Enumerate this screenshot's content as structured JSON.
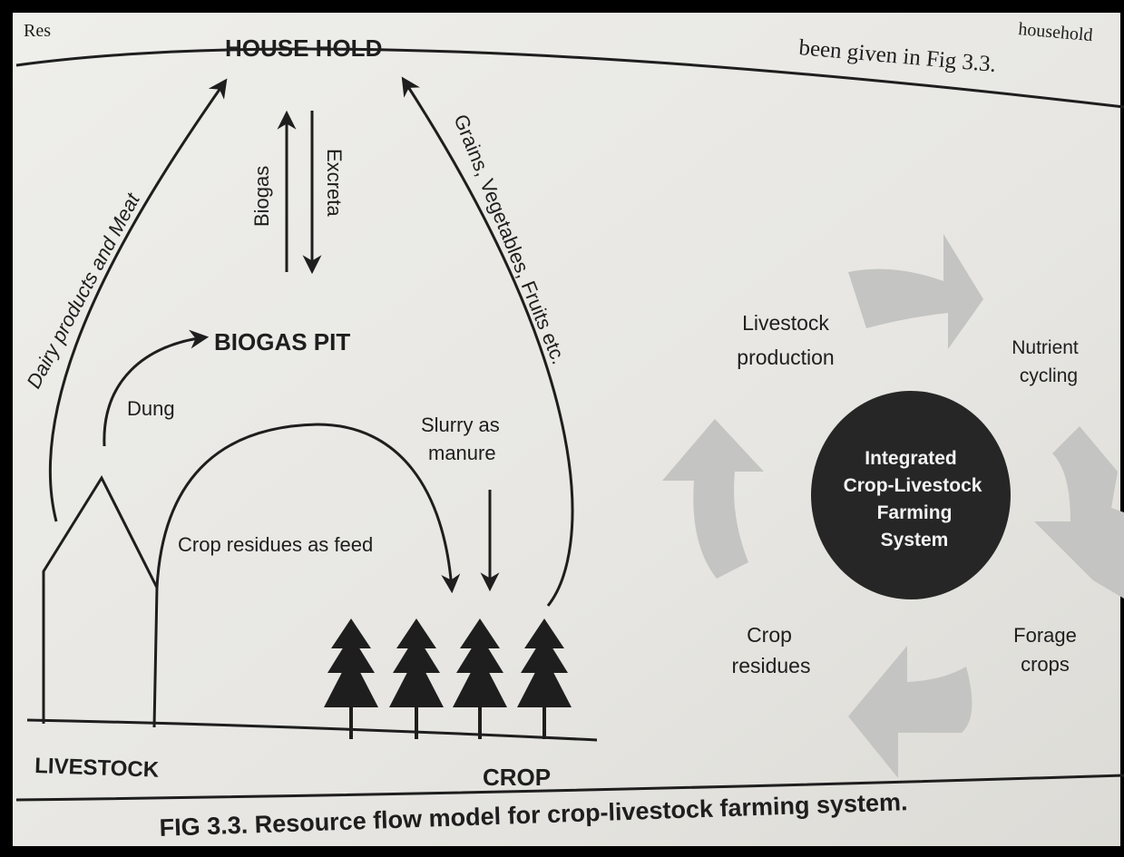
{
  "header_fragment": {
    "top_left": "Res",
    "top_right_line1": "been given in Fig 3.3.",
    "top_right_partial": "household"
  },
  "left_diagram": {
    "household": "HOUSE HOLD",
    "biogas_pit": "BIOGAS PIT",
    "livestock": "LIVESTOCK",
    "crop": "CROP",
    "dairy": "Dairy products and Meat",
    "biogas": "Biogas",
    "excreta": "Excreta",
    "grains": "Grains, Vegetables, Fruits etc.",
    "dung": "Dung",
    "slurry_line1": "Slurry as",
    "slurry_line2": "manure",
    "crop_residues_feed": "Crop residues as feed"
  },
  "right_cycle": {
    "center_line1": "Integrated",
    "center_line2": "Crop-Livestock",
    "center_line3": "Farming",
    "center_line4": "System",
    "livestock_line1": "Livestock",
    "livestock_line2": "production",
    "nutrient_line1": "Nutrient",
    "nutrient_line2": "cycling",
    "forage_line1": "Forage",
    "forage_line2": "crops",
    "residues_line1": "Crop",
    "residues_line2": "residues"
  },
  "caption": "FIG 3.3. Resource flow model for crop-livestock farming system.",
  "colors": {
    "paper": "#e9e8e4",
    "ink": "#1e1e1e",
    "cycle_arrow": "#c4c4c2",
    "center_circle": "#262626",
    "center_text": "#f2f2f2"
  }
}
